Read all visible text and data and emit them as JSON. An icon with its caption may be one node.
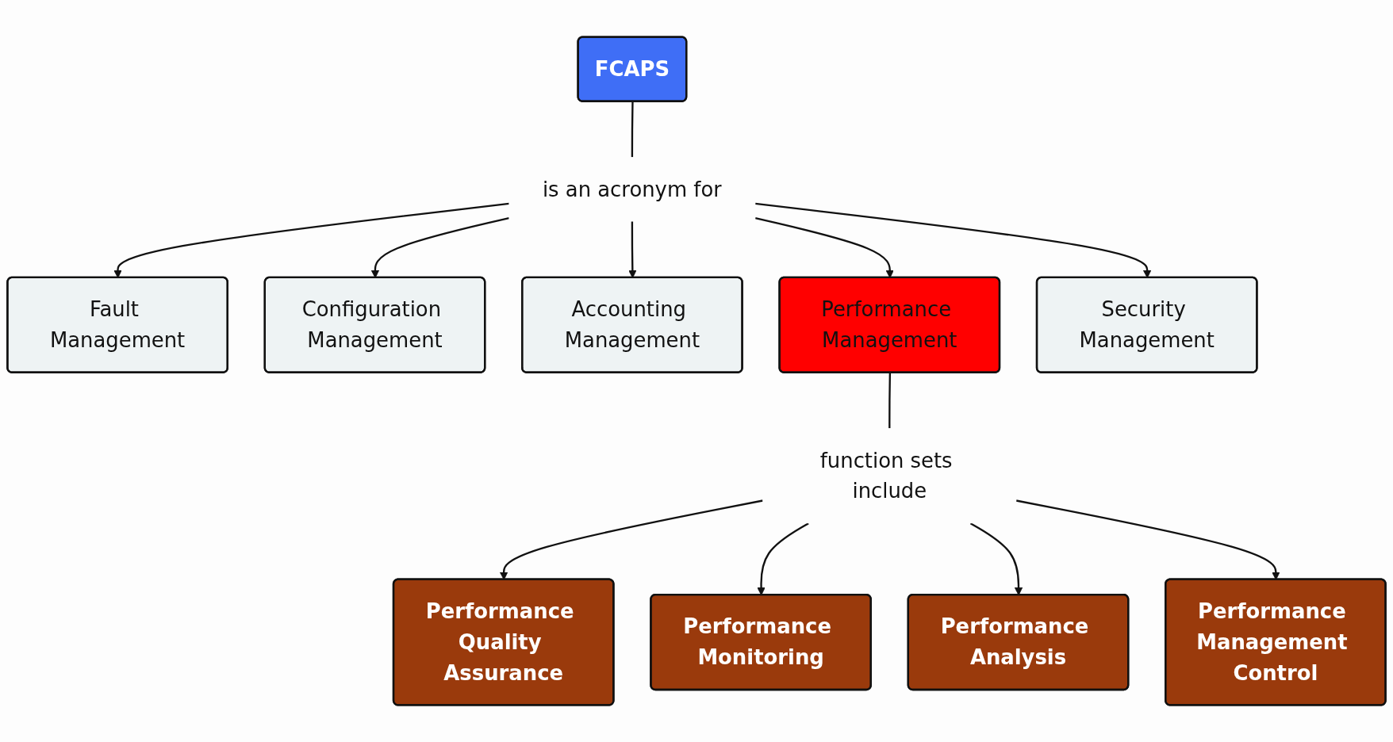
{
  "diagram": {
    "nodes": [
      {
        "text": [
          "FCAPS"
        ]
      },
      {
        "text": [
          "is an acronym for"
        ]
      },
      {
        "text": [
          "Fault Management"
        ]
      },
      {
        "text": [
          "Configuration Management"
        ]
      },
      {
        "text": [
          "Accounting Management"
        ]
      },
      {
        "text": [
          "Performance Management"
        ]
      },
      {
        "text": [
          "Security Management"
        ]
      },
      {
        "text": [
          "function sets include"
        ]
      },
      {
        "text": [
          "Performance Quality Assurance"
        ]
      },
      {
        "text": [
          "Performance Monitoring"
        ]
      },
      {
        "text": [
          "Performance Analysis"
        ]
      },
      {
        "text": [
          "Performance Management Control"
        ]
      }
    ],
    "edges": [
      {
        "from": 0,
        "to": 1,
        "arrow": "none"
      },
      {
        "from": 1,
        "to": 2,
        "arrow": "to"
      },
      {
        "from": 1,
        "to": 3,
        "arrow": "to"
      },
      {
        "from": 1,
        "to": 4,
        "arrow": "to"
      },
      {
        "from": 1,
        "to": 5,
        "arrow": "to"
      },
      {
        "from": 1,
        "to": 6,
        "arrow": "to"
      },
      {
        "from": 5,
        "to": 7,
        "arrow": "none"
      },
      {
        "from": 7,
        "to": 8,
        "arrow": "to"
      },
      {
        "from": 7,
        "to": 9,
        "arrow": "to"
      },
      {
        "from": 7,
        "to": 10,
        "arrow": "to"
      },
      {
        "from": 7,
        "to": 11,
        "arrow": "to"
      }
    ]
  }
}
